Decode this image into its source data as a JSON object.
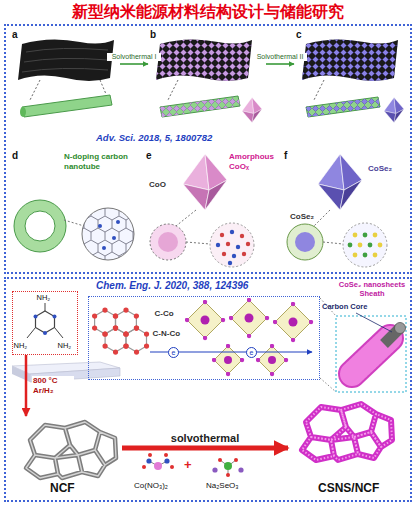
{
  "diagram": {
    "title": "新型纳米能源材料结构设计与储能研究",
    "nodes": [
      {
        "text": [
          "Adv. Sci. 2018, 5, 1800782"
        ]
      },
      {
        "text": [
          "a"
        ],
        "in": 0
      },
      {
        "text": [
          "b"
        ],
        "in": 0
      },
      {
        "text": [
          "c"
        ],
        "in": 0
      },
      {
        "text": [
          "d",
          "N-doping carbon nanotube"
        ],
        "in": 0
      },
      {
        "text": [
          "e",
          "CoO",
          "Amorphous CoOₓ"
        ],
        "in": 0
      },
      {
        "text": [
          "f",
          "CoSe₂",
          "CoSe₂"
        ],
        "in": 0
      },
      {
        "text": [
          "Chem. Eng. J. 2020, 388, 124396"
        ]
      },
      {
        "text": [
          "NH₂",
          "NH₂",
          "NH₂"
        ],
        "in": 7
      },
      {
        "text": [
          "NCF"
        ],
        "in": 7
      },
      {
        "text": [
          "C-Co",
          "C-N-Co"
        ],
        "in": 7
      },
      {
        "text": [
          "CSNS/NCF"
        ],
        "in": 7
      }
    ],
    "edges": [
      {
        "from": 1,
        "to": 2,
        "label": "Solvothermal I",
        "arrow": "to"
      },
      {
        "from": 2,
        "to": 3,
        "label": "Solvothermal II",
        "arrow": "to"
      },
      {
        "from": 8,
        "to": 9,
        "label": "800 °C Ar/H₂",
        "arrow": "to"
      },
      {
        "from": 9,
        "to": 11,
        "label": "solvothermal",
        "arrow": "to"
      }
    ],
    "labels": [
      "Co(NO₃)₂",
      "+",
      "Na₂SeO₃",
      "Carbon Core",
      "CoSe₂ nanosheets Sheath",
      "e",
      "e"
    ]
  }
}
